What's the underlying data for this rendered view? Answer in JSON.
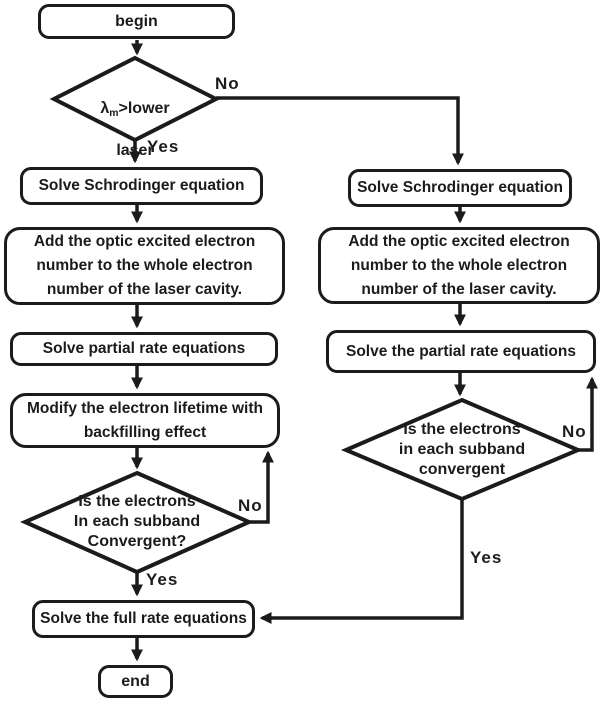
{
  "nodes": {
    "begin": {
      "label": "begin"
    },
    "decision_wavelength": {
      "lambda": "λ",
      "subscript": "m",
      "condition": ">lower",
      "line2": "laser"
    },
    "left": {
      "solve_schrodinger": {
        "label": "Solve Schrodinger equation"
      },
      "add_optic": {
        "label": "Add the optic excited electron\nnumber to the whole electron\nnumber of the laser cavity."
      },
      "solve_partial": {
        "label": "Solve partial rate equations"
      },
      "modify_lifetime": {
        "label": "Modify the electron lifetime with\nbackfilling effect"
      },
      "decision_convergent": {
        "label": "Is the electrons\nIn each subband\nConvergent?"
      }
    },
    "right": {
      "solve_schrodinger": {
        "label": "Solve Schrodinger equation"
      },
      "add_optic": {
        "label": "Add the optic excited electron\nnumber to the whole electron\nnumber of the laser cavity."
      },
      "solve_partial": {
        "label": "Solve the partial rate equations"
      },
      "decision_convergent": {
        "label": "Is the electrons\nin each subband\nconvergent"
      }
    },
    "solve_full": {
      "label": "Solve the full rate equations"
    },
    "end": {
      "label": "end"
    }
  },
  "edge_labels": {
    "wavelength_no": "No",
    "wavelength_yes": "Yes",
    "left_convergent_no": "No",
    "left_convergent_yes": "Yes",
    "right_convergent_no": "No",
    "right_convergent_yes": "Yes"
  },
  "colors": {
    "stroke": "#1b1b1b",
    "text": "#1b1b1b",
    "background": "#ffffff"
  }
}
